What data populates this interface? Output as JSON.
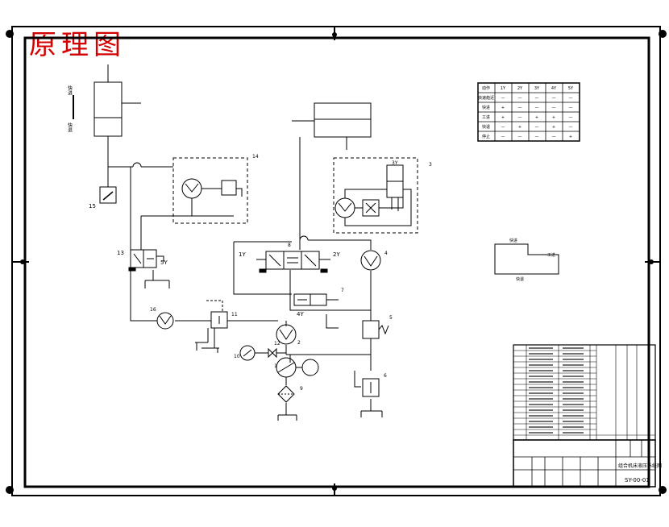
{
  "title": "原理图",
  "colors": {
    "ink": "#000000",
    "title_red": "#d40000",
    "paper": "#ffffff"
  },
  "cylinder_labels": {
    "up": "快进",
    "down": "快退"
  },
  "component_numbers": {
    "n14": "14",
    "n15": "15",
    "n3": "3",
    "n2": "2",
    "n4": "4",
    "n7": "7",
    "n8": "8",
    "n9": "9",
    "n10": "10",
    "n11": "11",
    "n12": "12",
    "n13": "13",
    "n16": "16",
    "n5": "5",
    "n6": "6",
    "n1": "1"
  },
  "solenoids": {
    "y1": "1Y",
    "y2": "2Y",
    "y3": "3Y",
    "y4": "4Y",
    "y5": "5Y"
  },
  "action_table": {
    "headers": [
      "动作",
      "1Y",
      "2Y",
      "3Y",
      "4Y",
      "5Y"
    ],
    "rows": [
      [
        "快速趋近",
        "—",
        "—",
        "—",
        "—",
        "—"
      ],
      [
        "快进",
        "+",
        "—",
        "—",
        "—",
        "—"
      ],
      [
        "工进",
        "+",
        "—",
        "+",
        "+",
        "—"
      ],
      [
        "快退",
        "—",
        "+",
        "—",
        "+",
        "—"
      ],
      [
        "停止",
        "—",
        "—",
        "—",
        "—",
        "+"
      ]
    ]
  },
  "cycle_labels": {
    "fast": "快进",
    "work": "工进",
    "back": "快退"
  },
  "title_block": {
    "drawing_name": "组合机床液压系统图",
    "drawing_number": "SY-00-01"
  }
}
